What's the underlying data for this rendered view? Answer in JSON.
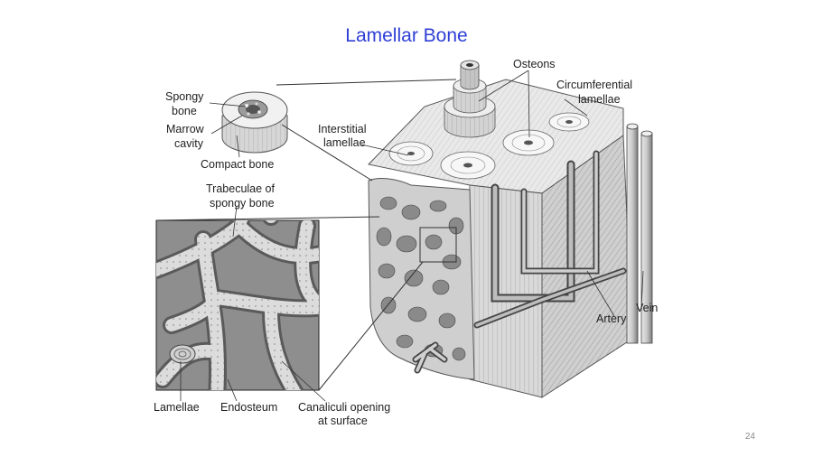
{
  "slide": {
    "title": "Lamellar Bone",
    "page_number": "24"
  },
  "diagram": {
    "labels": {
      "spongy_bone": [
        "Spongy",
        "bone"
      ],
      "marrow_cavity": [
        "Marrow",
        "cavity"
      ],
      "compact_bone": "Compact bone",
      "interstitial_lamellae": [
        "Interstitial",
        "lamellae"
      ],
      "osteons": "Osteons",
      "circumferential_lamellae": [
        "Circumferential",
        "lamellae"
      ],
      "trabeculae": [
        "Trabeculae of",
        "spongy bone"
      ],
      "vein": "Vein",
      "artery": "Artery",
      "lamellae": "Lamellae",
      "endosteum": "Endosteum",
      "canaliculi": [
        "Canaliculi opening",
        "at surface"
      ]
    }
  }
}
